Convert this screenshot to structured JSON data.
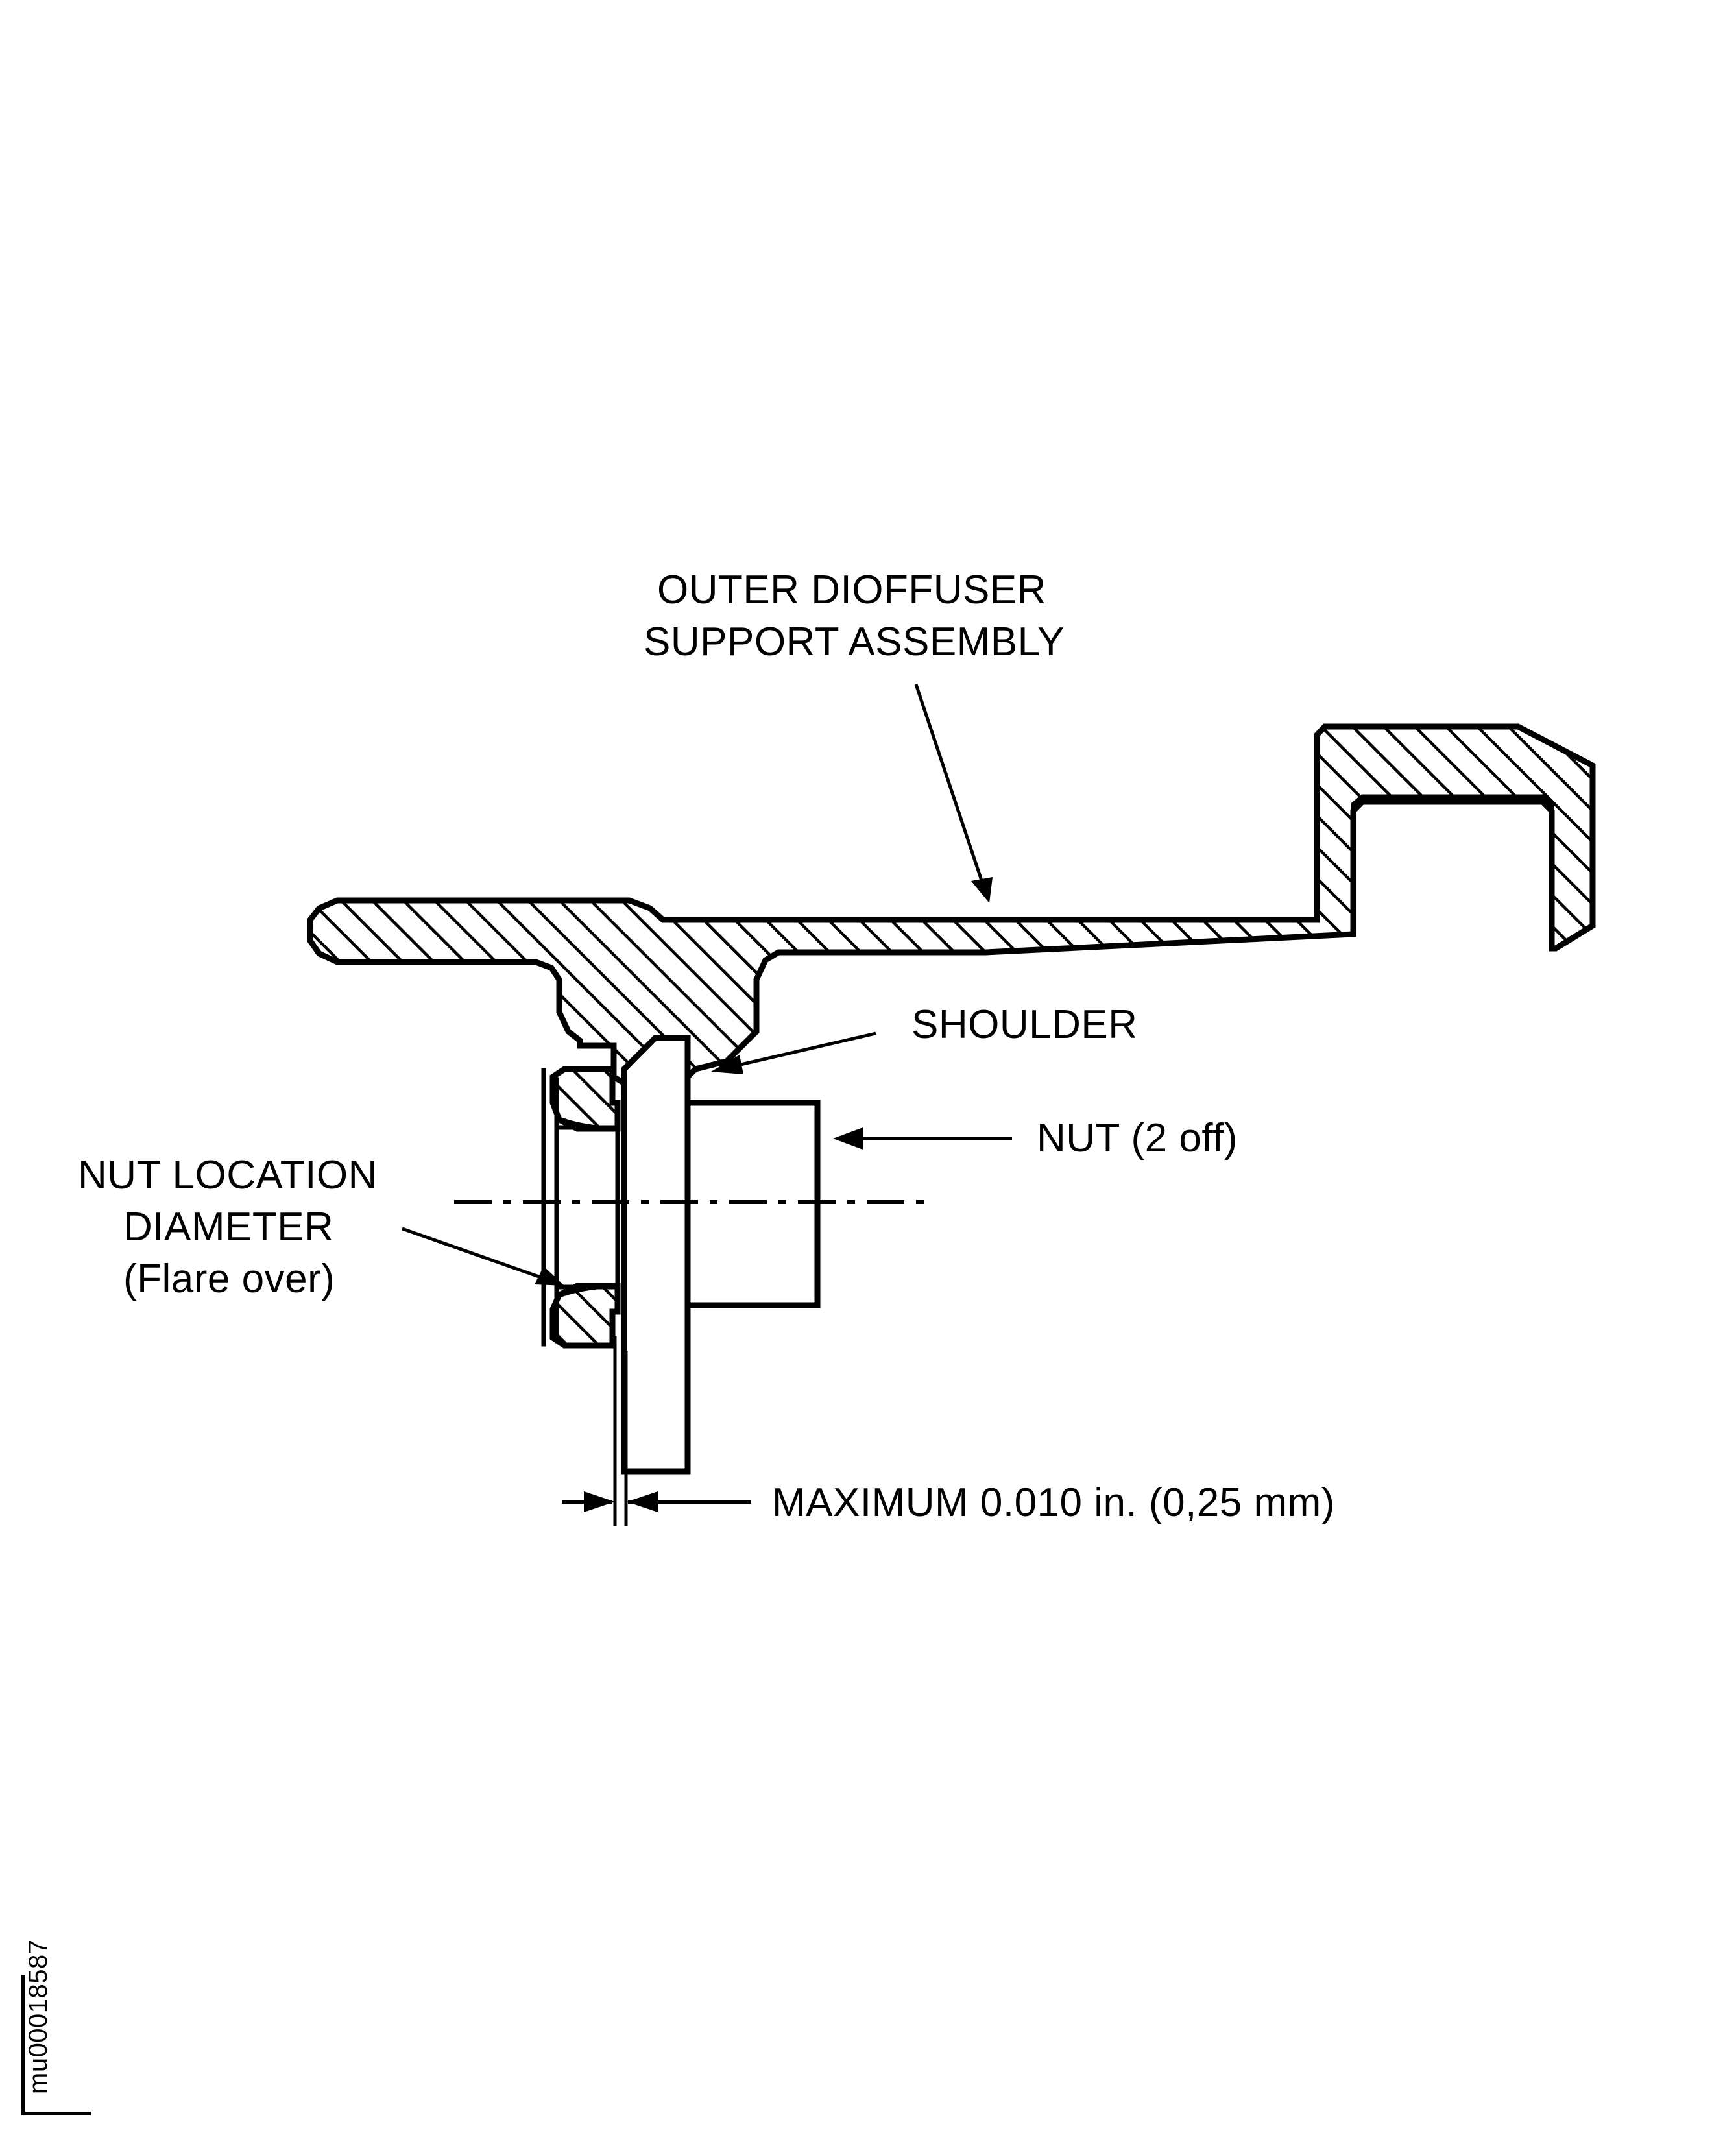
{
  "figure": {
    "title_line1": "OUTER DIOFFUSER",
    "title_line2": "SUPPORT ASSEMBLY",
    "background_color": "#ffffff",
    "line_color": "#000000"
  },
  "callouts": {
    "assembly": {
      "line1": "OUTER DIOFFUSER",
      "line2": "SUPPORT ASSEMBLY"
    },
    "shoulder": {
      "label": "SHOULDER"
    },
    "nut": {
      "label": "NUT (2 off)"
    },
    "nut_location_diameter": {
      "line1": "NUT LOCATION",
      "line2": "DIAMETER",
      "line3": "(Flare over)"
    }
  },
  "dimension": {
    "label": "MAXIMUM 0.010 in. (0,25 mm)",
    "value": "0.010",
    "unit_imperial": "in.",
    "value_metric": "0,25",
    "unit_metric": "mm",
    "qualifier": "MAXIMUM"
  },
  "figure_id": {
    "text": "mu00018587"
  }
}
